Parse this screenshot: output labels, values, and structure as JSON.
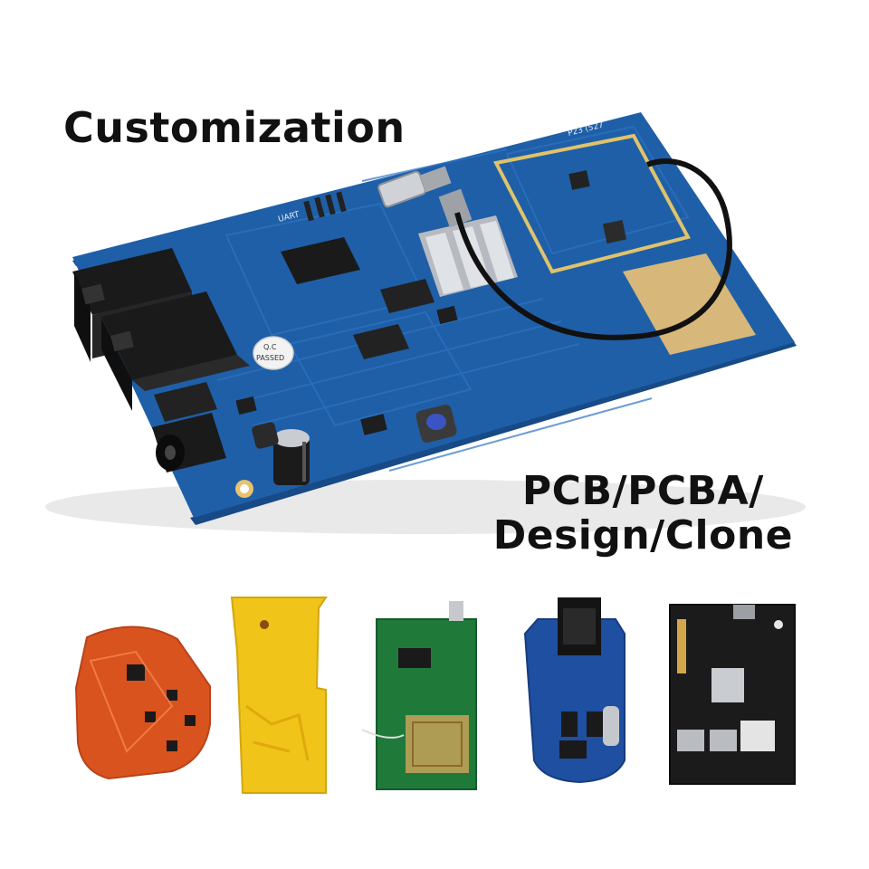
{
  "headline": {
    "line1": "Customization",
    "line2": "PCB/PCBA/",
    "line3": "Design/Clone"
  },
  "main_board": {
    "silkscreen_qc_line1": "Q.C",
    "silkscreen_qc_line2": "PASSED",
    "silkscreen_code": "P23 (527",
    "silkscreen_uart": "UART",
    "colors": {
      "board": "#1f5fa8",
      "board_edge": "#174a86",
      "connector": "#1a1a1a",
      "heatsink": "#c9ccd1",
      "gold_pad": "#d8b77a"
    }
  },
  "sample_boards": [
    {
      "name": "orange-flex-pcb",
      "color": "#d9531e"
    },
    {
      "name": "yellow-flex-pcb",
      "color": "#f0c419"
    },
    {
      "name": "green-rf-pcb",
      "color": "#1f7a3a"
    },
    {
      "name": "blue-relay-pcb",
      "color": "#1e4fa0"
    },
    {
      "name": "black-gsm-pcb",
      "color": "#1b1b1b"
    }
  ]
}
